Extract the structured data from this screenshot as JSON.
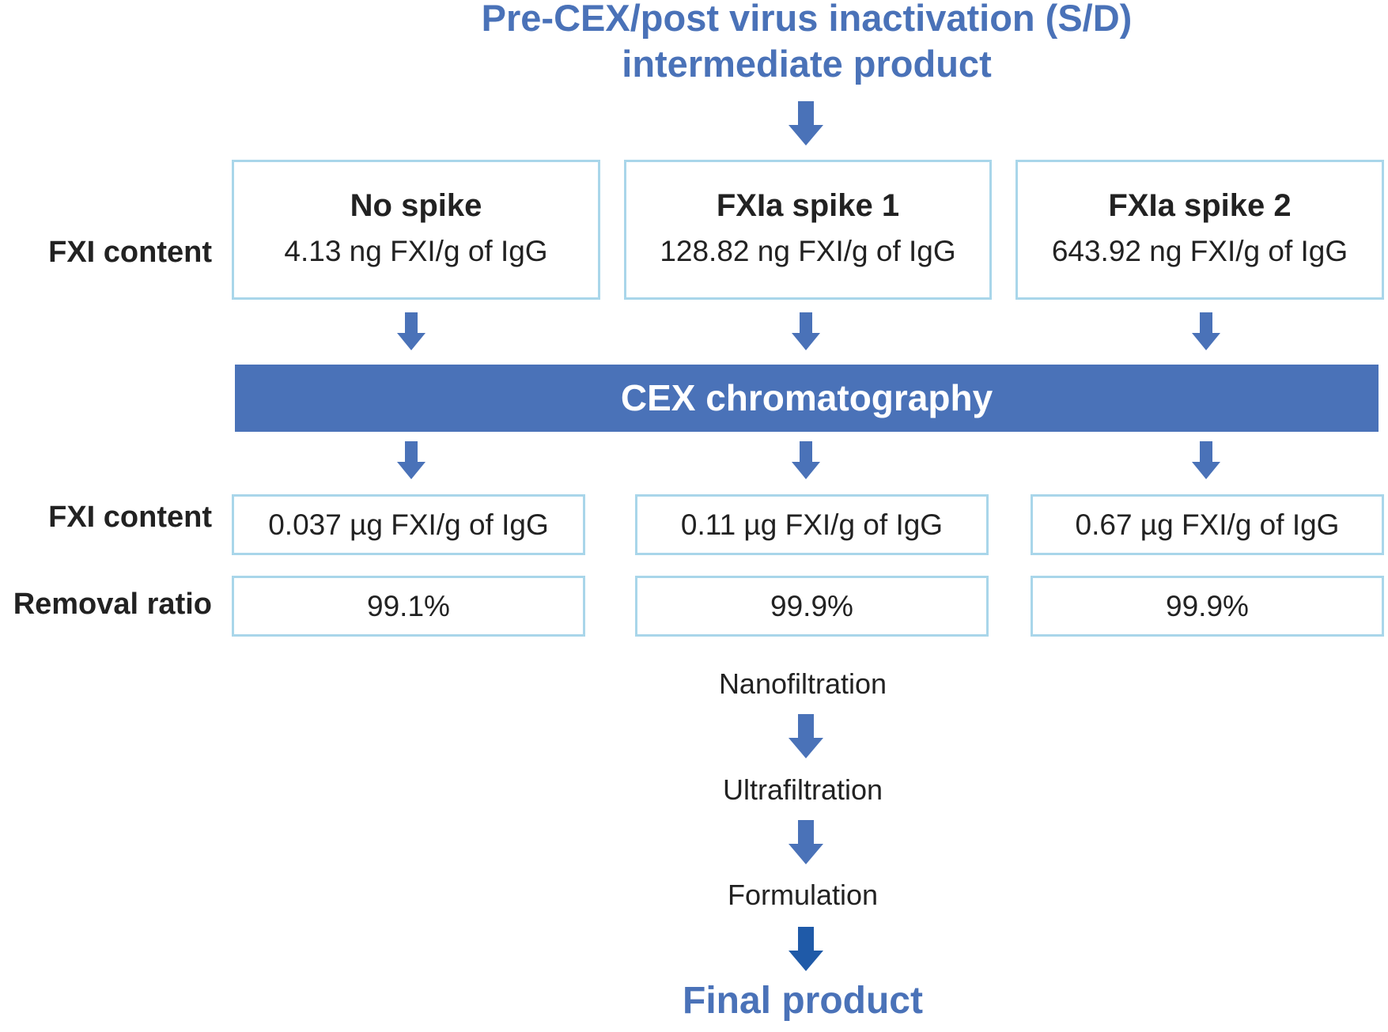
{
  "title": {
    "line1": "Pre-CEX/post virus inactivation (S/D)",
    "line2": "intermediate product"
  },
  "labels": {
    "fxi_content_top": "FXI content",
    "fxi_content_bottom": "FXI content",
    "removal_ratio": "Removal ratio"
  },
  "spikes": [
    {
      "name": "No spike",
      "value": "4.13 ng FXI/g of IgG"
    },
    {
      "name": "FXIa spike 1",
      "value": "128.82 ng FXI/g of IgG"
    },
    {
      "name": "FXIa spike 2",
      "value": "643.92 ng FXI/g of IgG"
    }
  ],
  "cex_label": "CEX chromatography",
  "results_fxi": [
    "0.037 µg FXI/g of IgG",
    "0.11 µg FXI/g of IgG",
    "0.67 µg FXI/g of IgG"
  ],
  "results_removal": [
    "99.1%",
    "99.9%",
    "99.9%"
  ],
  "steps": [
    "Nanofiltration",
    "Ultrafiltration",
    "Formulation"
  ],
  "final_label": "Final product",
  "colors": {
    "accent_blue": "#4a72b8",
    "box_border": "#a9d6ea",
    "final_arrow": "#1f5aa8"
  }
}
